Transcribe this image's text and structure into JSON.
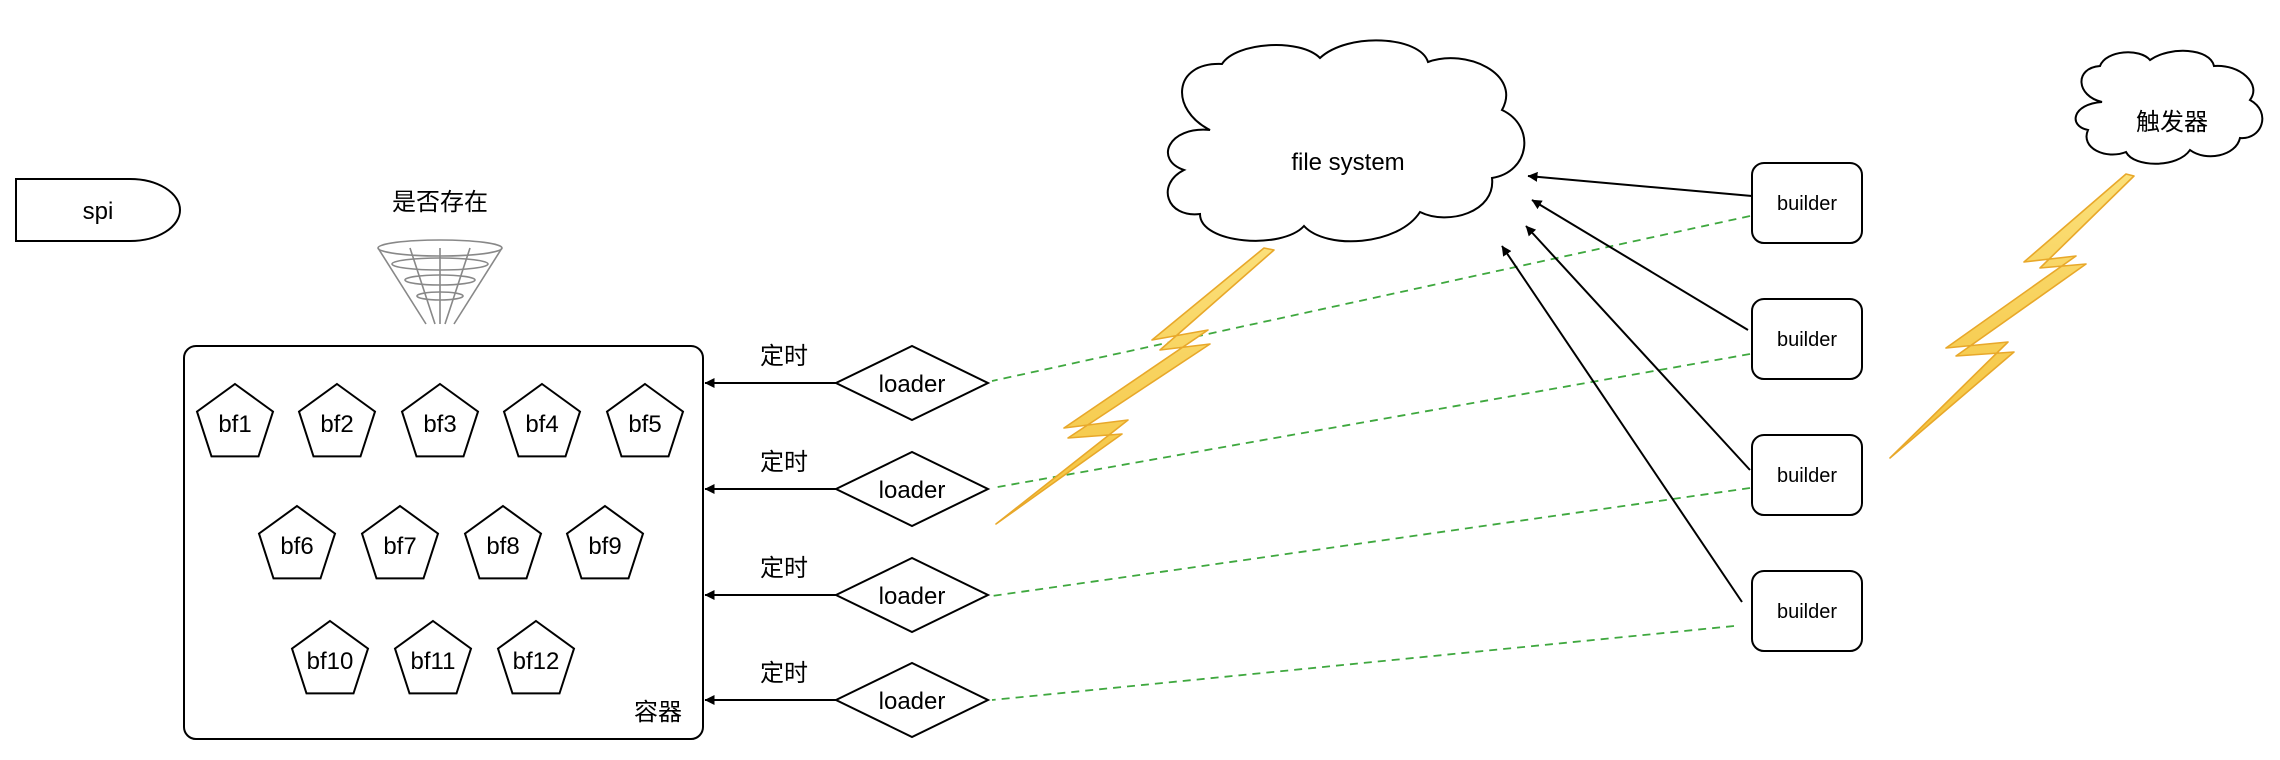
{
  "spi": {
    "label": "spi"
  },
  "funnel": {
    "label": "是否存在"
  },
  "container": {
    "label": "容器"
  },
  "bf_items": [
    "bf1",
    "bf2",
    "bf3",
    "bf4",
    "bf5",
    "bf6",
    "bf7",
    "bf8",
    "bf9",
    "bf10",
    "bf11",
    "bf12"
  ],
  "loaders": [
    {
      "label": "loader",
      "edge_label": "定时"
    },
    {
      "label": "loader",
      "edge_label": "定时"
    },
    {
      "label": "loader",
      "edge_label": "定时"
    },
    {
      "label": "loader",
      "edge_label": "定时"
    }
  ],
  "file_system": {
    "label": "file system"
  },
  "builders": [
    "builder",
    "builder",
    "builder",
    "builder"
  ],
  "trigger": {
    "label": "触发器"
  },
  "colors": {
    "stroke": "#000000",
    "dashed_link": "#3fa83f",
    "lightning_fill": "#f7d153",
    "lightning_stroke": "#e8a82a"
  }
}
